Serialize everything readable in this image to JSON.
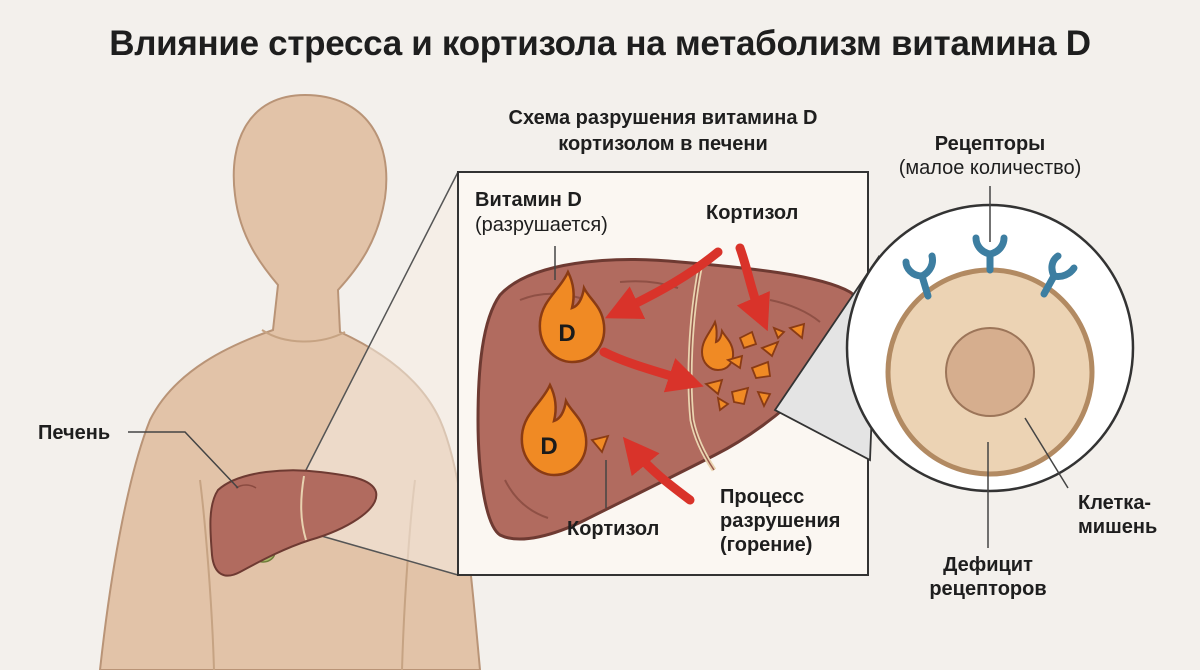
{
  "title": "Влияние стресса и кортизола на метаболизм витамина D",
  "panel": {
    "title_line1": "Схема разрушения витамина D",
    "title_line2": "кортизолом в печени"
  },
  "labels": {
    "liver": "Печень",
    "vitamin_d": "Витамин D",
    "vitamin_d_note": "(разрушается)",
    "cortisol_top": "Кортизол",
    "cortisol_bottom": "Кортизол",
    "process_line1": "Процесс",
    "process_line2": "разрушения",
    "process_line3": "(горение)",
    "receptors": "Рецепторы",
    "receptors_note": "(малое количество)",
    "target_cell_line1": "Клетка-",
    "target_cell_line2": "мишень",
    "deficit_line1": "Дефицит",
    "deficit_line2": "рецепторов",
    "d_mark_1": "D",
    "d_mark_2": "D"
  },
  "colors": {
    "skin": "#e2c3a8",
    "liver": "#b16b5f",
    "liver_edge": "#6e3a32",
    "flame": "#f08a24",
    "arrow": "#d9332a",
    "receptor": "#3d7ea1",
    "cell": "#ecd3b4",
    "nucleus": "#d6ae8e"
  }
}
